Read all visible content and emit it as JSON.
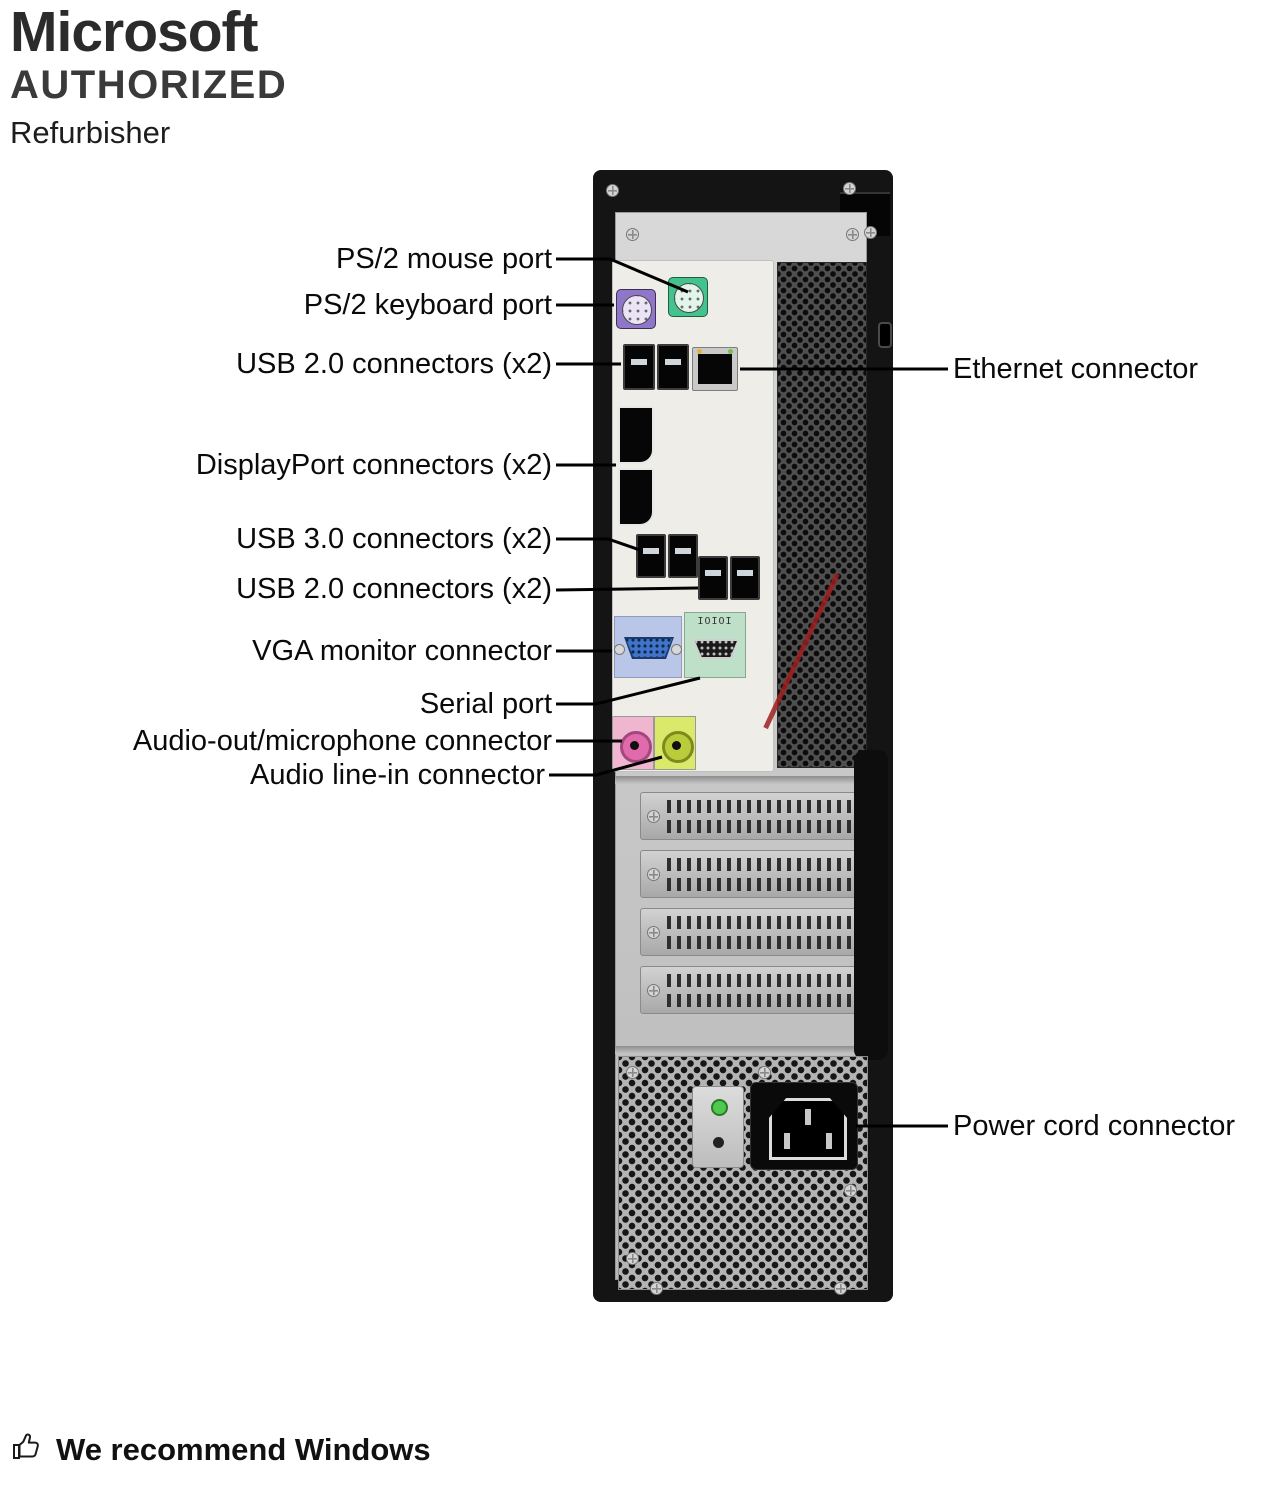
{
  "branding": {
    "title": "Microsoft",
    "subtitle": "AUTHORIZED",
    "tagline": "Refurbisher"
  },
  "labels": {
    "ps2_mouse": "PS/2 mouse port",
    "ps2_keyboard": "PS/2 keyboard port",
    "usb2_top": "USB 2.0 connectors (x2)",
    "ethernet": "Ethernet connector",
    "displayport": "DisplayPort connectors (x2)",
    "usb3": "USB 3.0 connectors (x2)",
    "usb2_bottom": "USB 2.0 connectors (x2)",
    "vga": "VGA monitor connector",
    "serial": "Serial port",
    "audio_out": "Audio-out/microphone connector",
    "audio_in": "Audio line-in connector",
    "power": "Power cord connector"
  },
  "ports": {
    "serial_marking": "IOIOI"
  },
  "footer": {
    "recommendation": "We recommend Windows"
  },
  "colors": {
    "chassis": "#141414",
    "panel_silver": "#c6c6c6",
    "ps2_keyboard_port": "#8f76c8",
    "ps2_mouse_port": "#43c28e",
    "vga_backplate": "#b9c6e8",
    "vga_connector": "#3f74c8",
    "serial_backplate": "#bfe0c8",
    "audio_out_jack": "#e06aac",
    "audio_in_jack": "#b9cc3a",
    "callout_line": "#000000"
  }
}
